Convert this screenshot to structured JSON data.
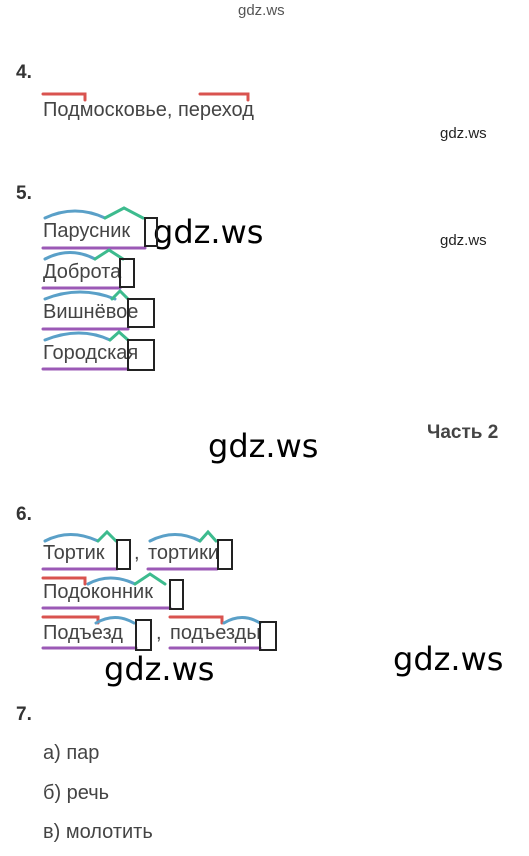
{
  "watermarks": {
    "top": "gdz.ws",
    "small_1": "gdz.ws",
    "small_2": "gdz.ws",
    "big_1": "gdz.ws",
    "big_2": "gdz.ws",
    "big_3": "gdz.ws",
    "big_4": "gdz.ws"
  },
  "part_label": "Часть 2",
  "task4": {
    "number": "4.",
    "text": "Подмосковье, переход"
  },
  "task5": {
    "number": "5.",
    "words": [
      "Парусник",
      "Доброта",
      "Вишнёвое",
      "Городская"
    ]
  },
  "task6": {
    "number": "6.",
    "row1": [
      "Тортик",
      ",",
      "тортики"
    ],
    "row2": [
      "Подоконник"
    ],
    "row3": [
      "Подъезд",
      ",",
      "подъезды"
    ]
  },
  "task7": {
    "number": "7.",
    "answers": [
      "а) пар",
      "б) речь",
      "в) молотить"
    ]
  },
  "colors": {
    "prefix": "#d9534f",
    "root": "#5aa0c8",
    "suffix": "#3dbb8e",
    "stem": "#9b59b6",
    "ending": "#222222"
  }
}
